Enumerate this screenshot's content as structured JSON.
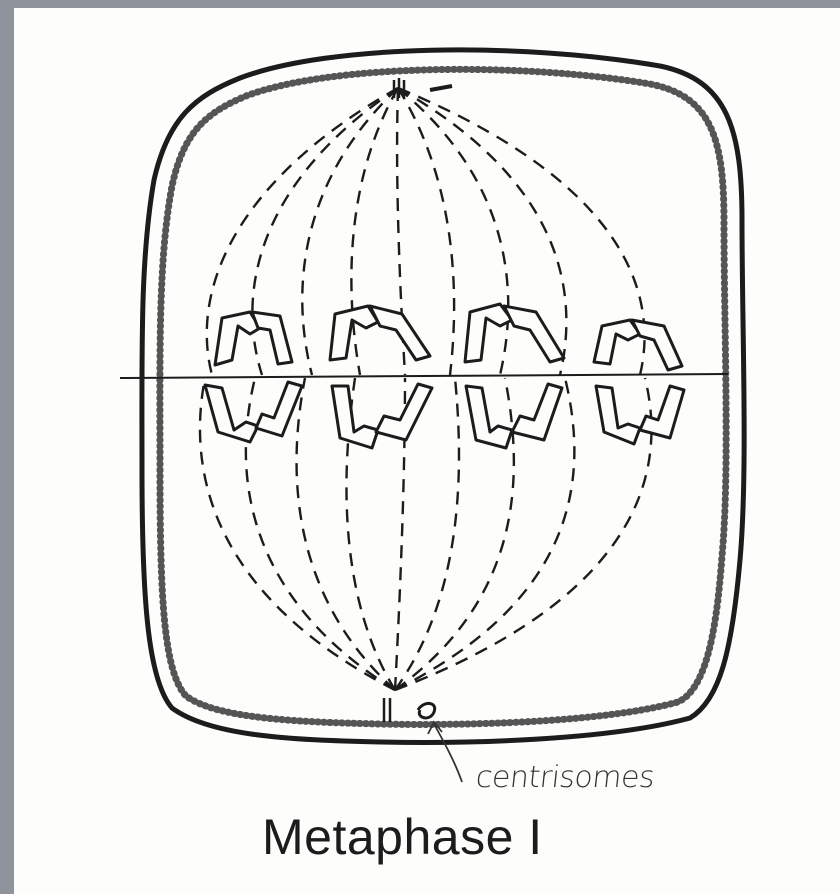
{
  "diagram": {
    "title": "Metaphase I",
    "annotation": "centrisomes",
    "elements": [
      "cell-membrane",
      "spindle-fibers",
      "metaphase-plate",
      "homologous-chromosome-pairs",
      "centrosomes"
    ],
    "chromosome_pair_count": 4,
    "colors": {
      "ink": "#1c1c1c",
      "paper": "#fdfdfb",
      "background": "#8f939c"
    }
  }
}
